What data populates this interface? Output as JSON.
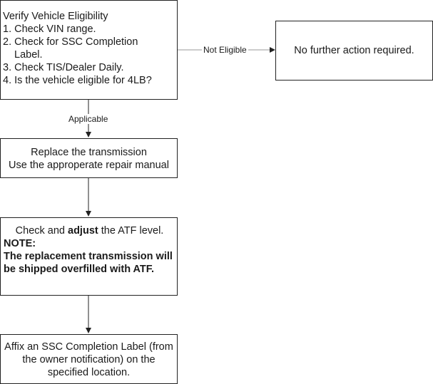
{
  "verify": {
    "title": "Verify Vehicle Eligibility",
    "step1": "1. Check VIN range.",
    "step2a": "2. Check for SSC Completion",
    "step2b": "Label.",
    "step3": "3. Check TIS/Dealer Daily.",
    "step4": "4. Is the vehicle eligible for 4LB?"
  },
  "no_action": {
    "text": "No further action required."
  },
  "edges": {
    "not_eligible": "Not Eligible",
    "applicable": "Applicable"
  },
  "replace": {
    "line1": "Replace the transmission",
    "line2": "Use the approperate repair manual"
  },
  "atf": {
    "check_pre": "Check and ",
    "adjust": "adjust",
    "check_post": " the ATF level.",
    "note_label": "NOTE:",
    "note_text": "The replacement transmission will be shipped overfilled with ATF."
  },
  "affix": {
    "text": "Affix an SSC Completion Label (from the owner notification) on the specified location."
  }
}
